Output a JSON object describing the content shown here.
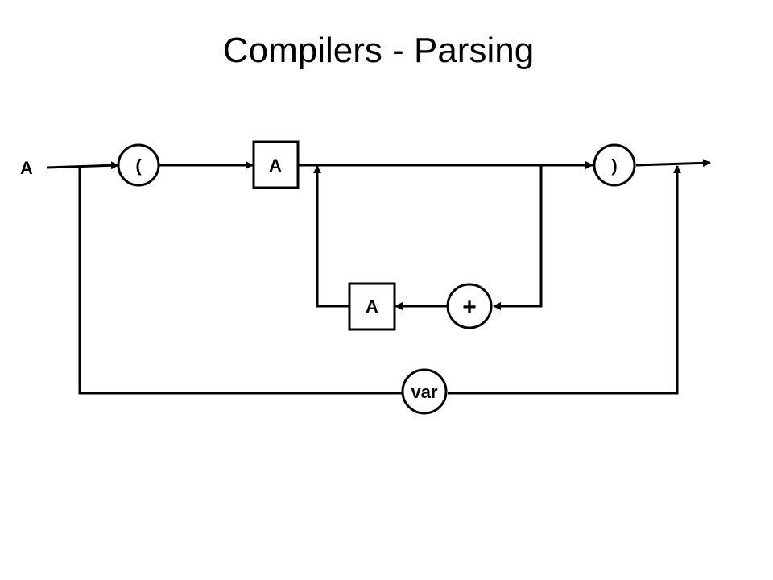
{
  "slide": {
    "title": "Compilers - Parsing"
  },
  "diagram": {
    "rule_name": "A",
    "terminals": {
      "open_paren": "(",
      "close_paren": ")",
      "plus": "+",
      "var": "var"
    },
    "nonterminals": {
      "first_a": "A",
      "repeat_a": "A"
    }
  }
}
